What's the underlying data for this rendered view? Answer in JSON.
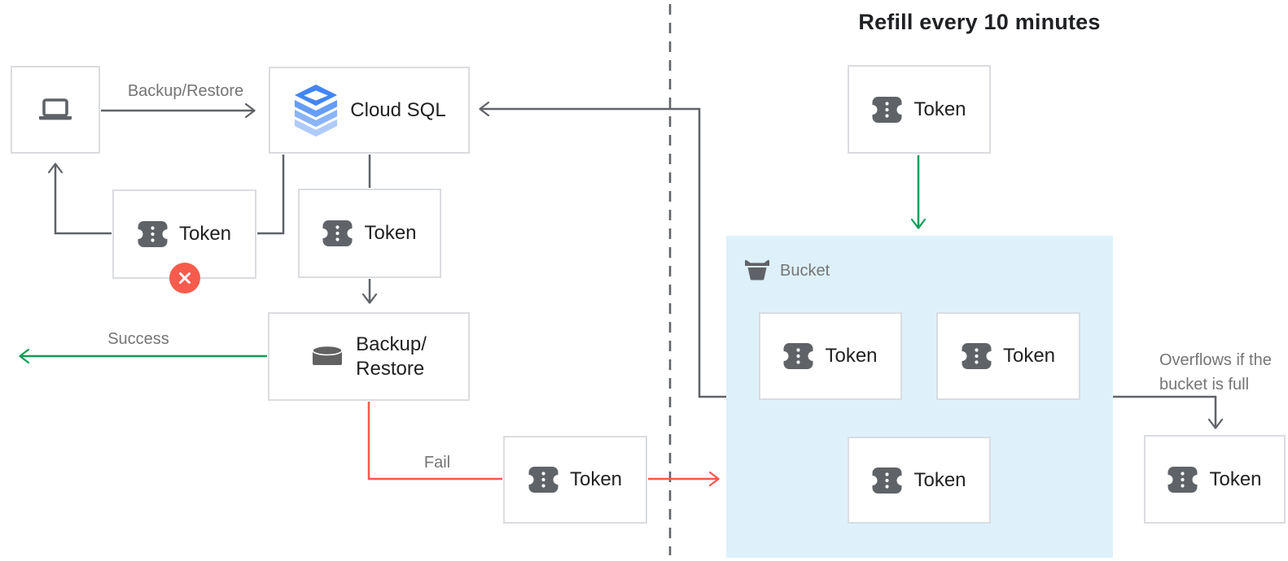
{
  "title": "Refill every 10 minutes",
  "nodes": {
    "client": {
      "icon": "laptop-icon"
    },
    "cloud_sql": {
      "label": "Cloud SQL",
      "icon": "cloud-sql-icon"
    },
    "backup_restore": {
      "line1": "Backup/",
      "line2": "Restore",
      "icon": "database-icon"
    },
    "bucket": {
      "label": "Bucket",
      "icon": "bucket-icon"
    },
    "token": {
      "label": "Token",
      "icon": "token-icon"
    }
  },
  "edges": {
    "client_to_cloudsql": {
      "label": "Backup/Restore"
    },
    "success": {
      "label": "Success"
    },
    "fail": {
      "label": "Fail"
    },
    "overflow": {
      "label": "Overflows if the bucket is full"
    }
  },
  "badges": {
    "fail_x": "error-x-badge"
  },
  "colors": {
    "bucket_bg": "#def1fb",
    "box_border": "#dadce0",
    "wire_gray": "#5f6368",
    "green": "#0f9d58",
    "red": "#f5584c",
    "text_dark": "#212121",
    "text_gray": "#757575",
    "cloud_sql_blue": "#4285f4",
    "badge_red": "#f75b4c"
  }
}
